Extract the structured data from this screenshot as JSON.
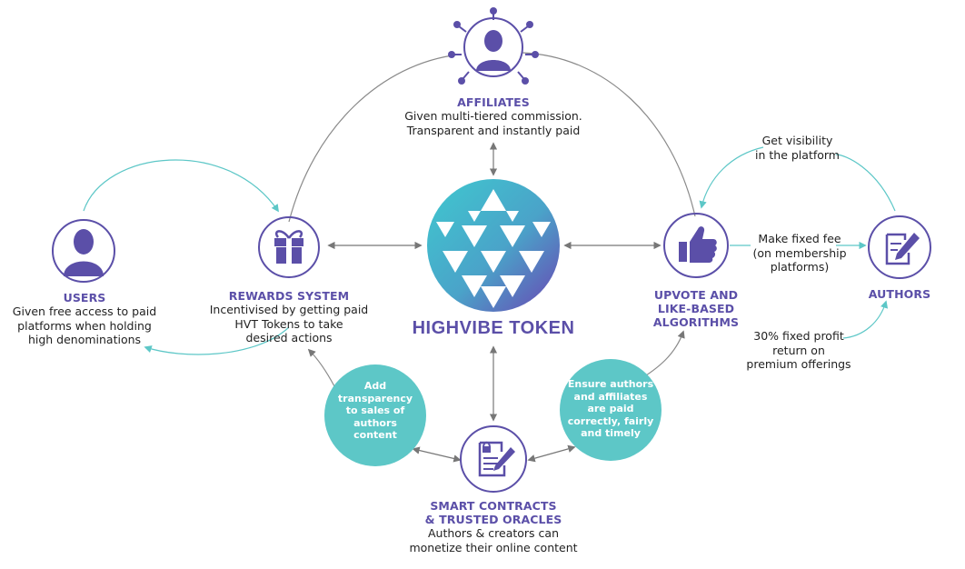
{
  "colors": {
    "purple": "#5b4fa8",
    "teal": "#5dc7c7",
    "grey_line": "#8a8a8a",
    "token_gradient_start": "#3fc8cf",
    "token_gradient_end": "#6a45b3"
  },
  "token": {
    "name": "HIGHVIBE TOKEN"
  },
  "affiliates": {
    "title": "AFFILIATES",
    "desc": [
      "Given multi-tiered commission.",
      "Transparent and instantly paid"
    ],
    "icon": "network-person-icon"
  },
  "rewards": {
    "title": "REWARDS SYSTEM",
    "desc": [
      "Incentivised by getting paid",
      "HVT Tokens to take",
      "desired actions"
    ],
    "icon": "gift-icon"
  },
  "users": {
    "title": "USERS",
    "desc": [
      "Given free access to paid",
      "platforms when holding",
      "high denominations"
    ],
    "icon": "person-icon"
  },
  "upvote": {
    "title": [
      "UPVOTE AND",
      "LIKE-BASED",
      "ALGORITHMS"
    ],
    "icon": "thumbs-up-icon"
  },
  "authors": {
    "title": "AUTHORS",
    "icon": "edit-document-icon"
  },
  "smart_contracts": {
    "title": [
      "SMART CONTRACTS",
      "& TRUSTED ORACLES"
    ],
    "desc": [
      "Authors & creators can",
      "monetize their online content"
    ],
    "icon": "contract-icon"
  },
  "bubbles": {
    "left": [
      "Add",
      "transparency",
      "to sales of",
      "authors",
      "content"
    ],
    "right": [
      "Ensure authors",
      "and affiliates",
      "are paid",
      "correctly, fairly",
      "and timely"
    ]
  },
  "side_labels": {
    "visibility": [
      "Get visibility",
      "in the platform"
    ],
    "fixed_fee": [
      "Make fixed fee",
      "(on membership",
      "platforms)"
    ],
    "profit": [
      "30% fixed profit",
      "return on",
      "premium offerings"
    ]
  }
}
